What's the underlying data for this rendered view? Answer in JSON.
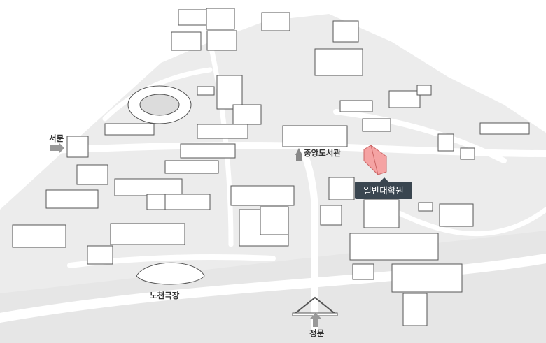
{
  "map": {
    "labels": {
      "west_gate": "서문",
      "central_library": "중앙도서관",
      "open_air_theater": "노천극장",
      "main_gate": "정문"
    },
    "highlight": {
      "building": "일반대학원",
      "color": "#f5a3a3",
      "tooltip_bg": "#3a4650"
    },
    "colors": {
      "ground": "#e9e9e9",
      "road": "#ffffff",
      "building_outline": "#555555"
    }
  }
}
